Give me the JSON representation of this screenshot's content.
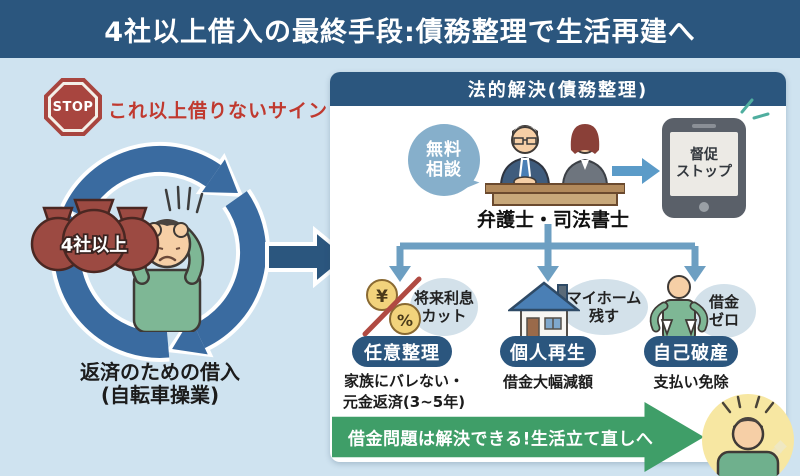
{
  "header": {
    "title": "4社以上借入の最終手段:債務整理で生活再建へ"
  },
  "left": {
    "stop_label": "STOP",
    "warning": "これ以上借りないサイン",
    "bags_label": "4社以上",
    "caption_line1": "返済のための借入",
    "caption_line2": "(自転車操業)"
  },
  "panel": {
    "title": "法的解決(債務整理)",
    "consult_line1": "無料",
    "consult_line2": "相談",
    "experts_label": "弁護士・司法書士",
    "phone_line1": "督促",
    "phone_line2": "ストップ",
    "options": [
      {
        "badge": "任意整理",
        "bubble_line1": "将来利息",
        "bubble_line2": "カット",
        "desc_line1": "家族にバレない・",
        "desc_line2": "元金返済(3~5年)",
        "icon": "interest-cut-icon"
      },
      {
        "badge": "個人再生",
        "bubble_line1": "マイホーム",
        "bubble_line2": "残す",
        "desc_line1": "借金大幅減額",
        "desc_line2": "",
        "icon": "house-icon"
      },
      {
        "badge": "自己破産",
        "bubble_line1": "借金",
        "bubble_line2": "ゼロ",
        "desc_line1": "支払い免除",
        "desc_line2": "",
        "icon": "empty-pockets-icon"
      }
    ],
    "outcome": "借金問題は解決できる!生活立て直しへ"
  },
  "icons": {
    "yen": "¥",
    "percent": "%"
  },
  "colors": {
    "background": "#cfe3f0",
    "navy": "#2b567e",
    "cycle_blue": "#3a6ba0",
    "branch_blue": "#6d9fc2",
    "warning_red": "#c0392f",
    "stop_red": "#a8453f",
    "bag_red": "#9c4a42",
    "bubble_blue": "#86afcb",
    "light_bubble": "#d3e1ea",
    "outcome_green": "#3f9e68",
    "badge_yellow": "#f7e7a2",
    "shirt_green": "#7eb795"
  }
}
